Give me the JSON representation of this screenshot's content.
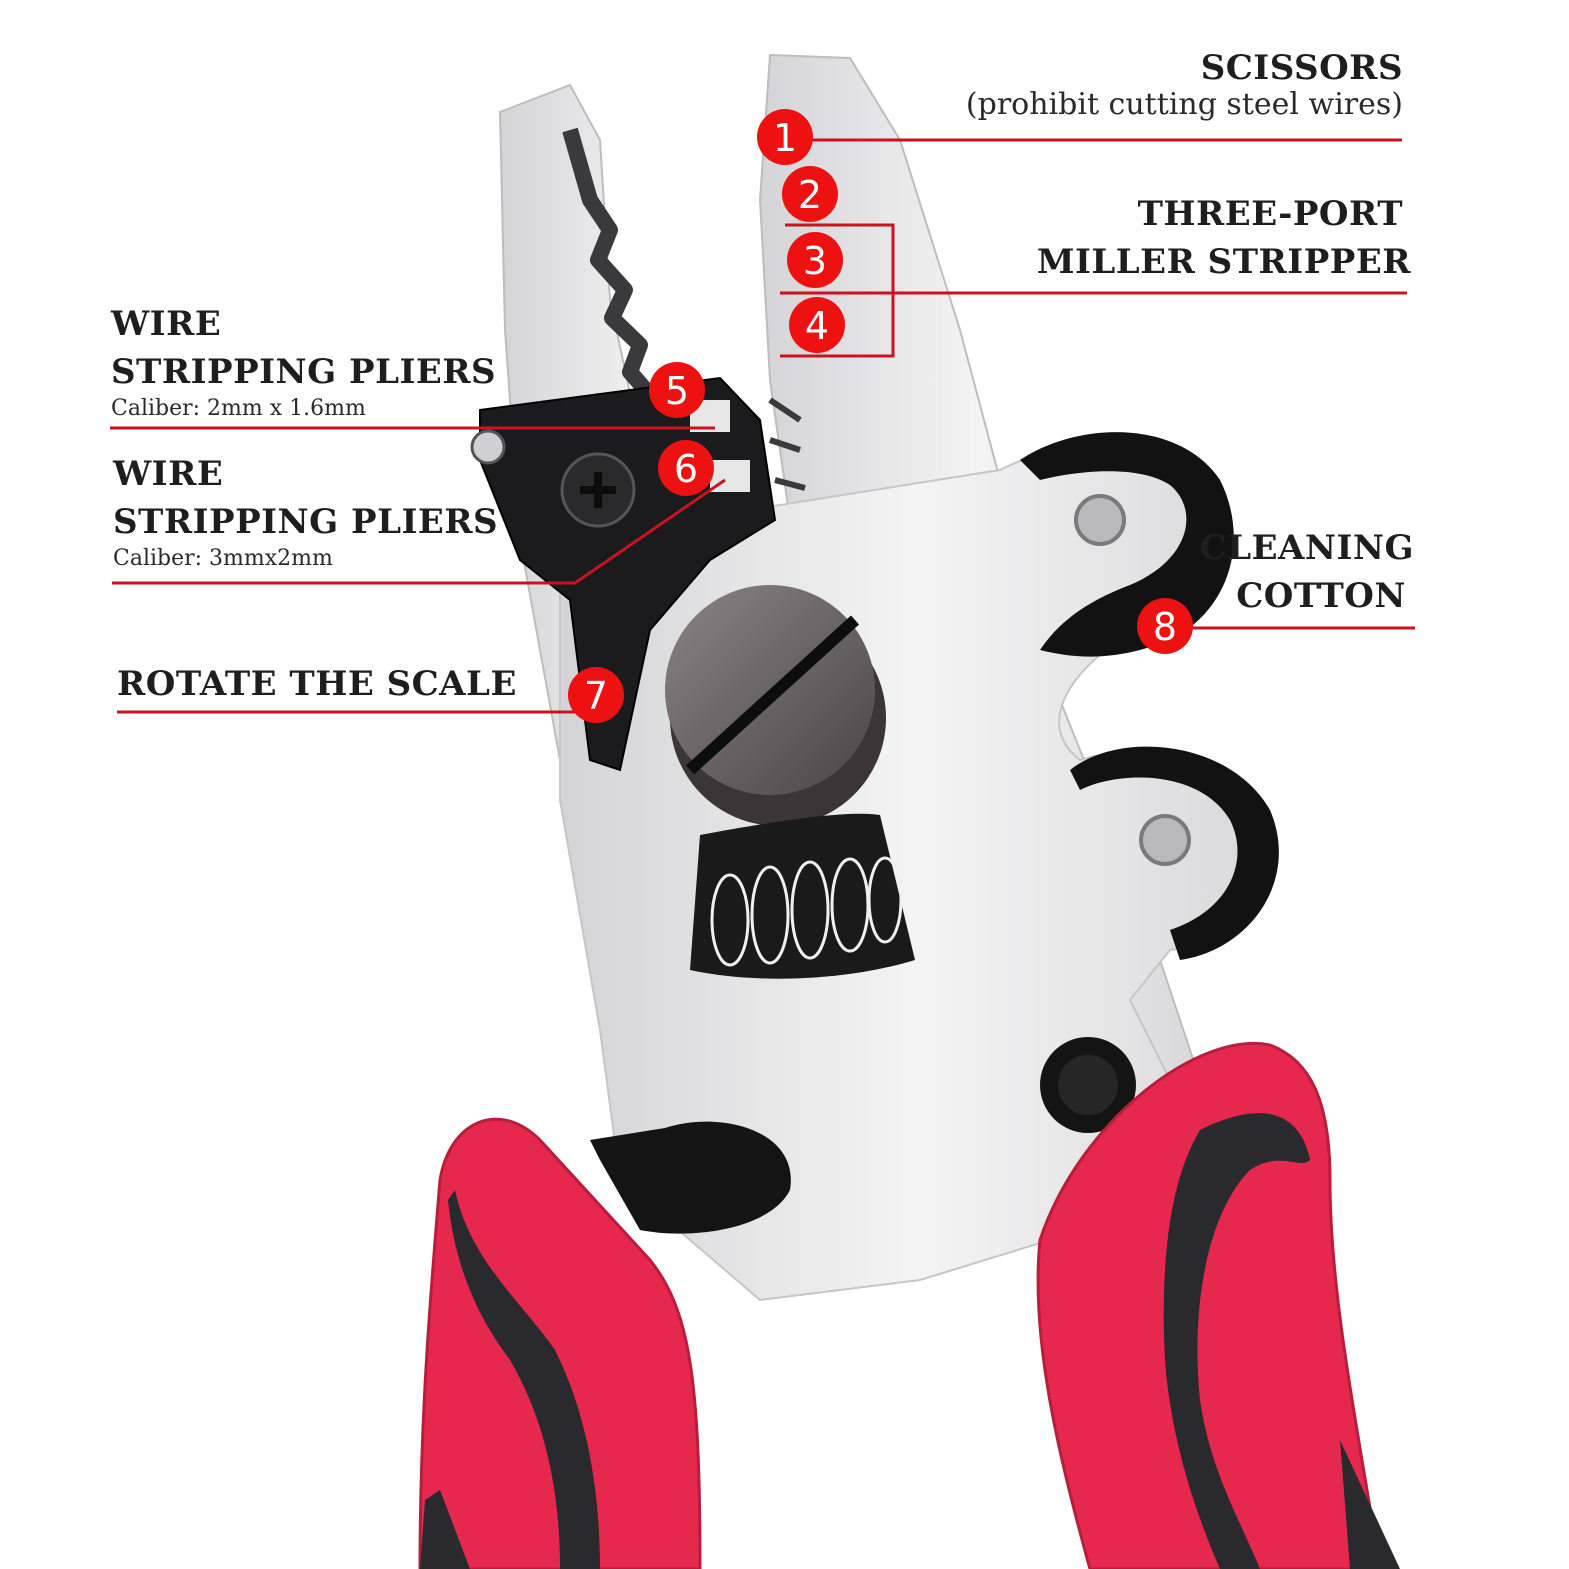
{
  "colors": {
    "leader_line": "#c8141e",
    "badge_fill": "#ee1111",
    "handle_red": "#e6284e",
    "handle_dark": "#2a2a2e",
    "steel": "#e9e9ea",
    "outline": "#101010"
  },
  "labels": {
    "scissors": {
      "title": "SCISSORS",
      "note": "(prohibit cutting steel wires)"
    },
    "miller": {
      "line1": "THREE-PORT",
      "line2": "MILLER STRIPPER"
    },
    "stripping_1": {
      "line1": "WIRE",
      "line2": "STRIPPING  PLIERS",
      "caliber": "Caliber: 2mm x 1.6mm"
    },
    "stripping_2": {
      "line1": "WIRE",
      "line2": "STRIPPING PLIERS",
      "caliber": "Caliber: 3mmx2mm"
    },
    "rotate": {
      "title": "ROTATE THE SCALE"
    },
    "cleaning": {
      "line1": "CLEANING",
      "line2": "COTTON"
    }
  },
  "badges": [
    "1",
    "2",
    "3",
    "4",
    "5",
    "6",
    "7",
    "8"
  ]
}
